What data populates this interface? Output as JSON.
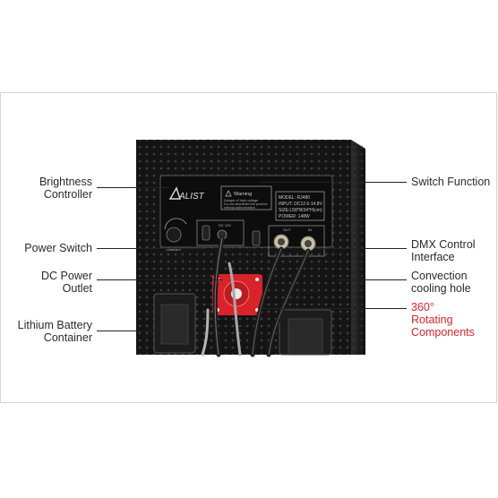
{
  "callouts": {
    "brightness": [
      "Brightness",
      "Controller"
    ],
    "power_switch": [
      "Power Switch"
    ],
    "dc_power": [
      "DC Power",
      "Outlet"
    ],
    "battery": [
      "Lithium Battery",
      "Container"
    ],
    "switch_function": [
      "Switch Function"
    ],
    "dmx": [
      "DMX Control",
      "Interface"
    ],
    "convection": [
      "Convection",
      "cooling hole"
    ],
    "rotating": [
      "360°",
      "Rotating",
      "Components"
    ]
  },
  "device": {
    "brand": "ALIST",
    "warning_title": "Warning",
    "warning_lines": [
      "Danger of high voltage",
      "Do not dismantle the product",
      "without authorization"
    ],
    "spec_lines": [
      "MODEL: RJ480",
      "INPUT:  DC12.6-14.8V",
      "SIZE:L58*W34*H(cm)",
      "POWER:  148W"
    ],
    "dimmer_label": "DIMMER",
    "dc_label": "DC 12V",
    "out_label": "OUT",
    "in_label": "IN"
  },
  "colors": {
    "panel": "#141414",
    "accent_red": "#e0262b",
    "line": "#222222"
  }
}
